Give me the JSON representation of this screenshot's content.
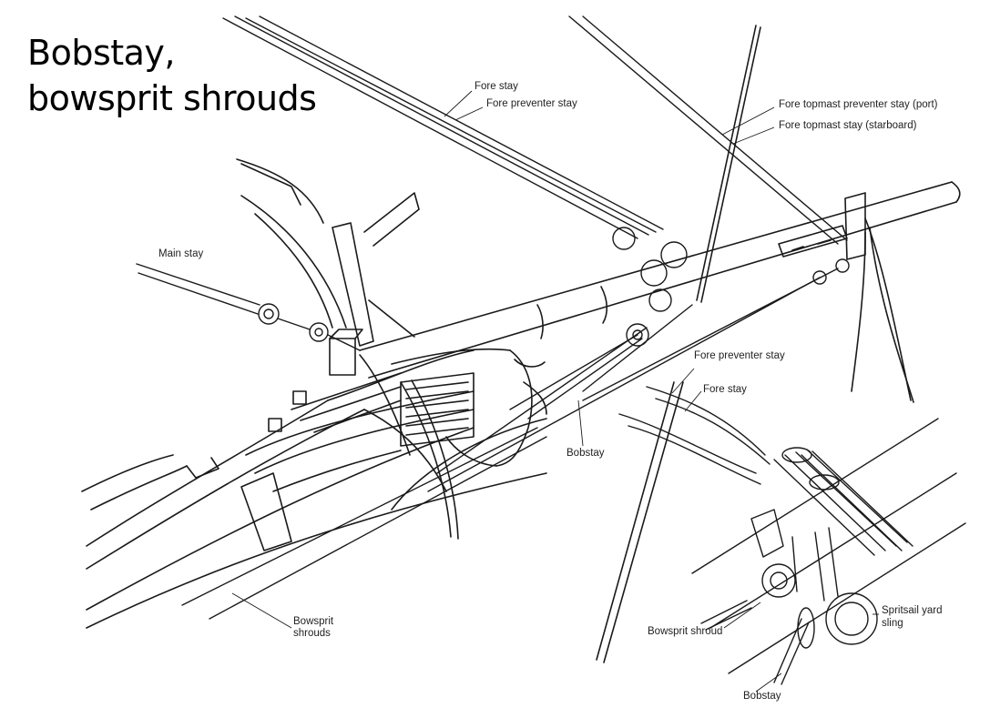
{
  "title": {
    "line1": "Bobstay,",
    "line2": "bowsprit shrouds"
  },
  "labels": {
    "fore_stay_top": "Fore stay",
    "fore_preventer_stay_top": "Fore preventer stay",
    "fore_topmast_preventer_stay": "Fore topmast preventer stay (port)",
    "fore_topmast_stay": "Fore topmast stay (starboard)",
    "main_stay": "Main stay",
    "bobstay_main": "Bobstay",
    "fore_preventer_stay_inset": "Fore preventer stay",
    "fore_stay_inset": "Fore stay",
    "bowsprit_shrouds_1": "Bowsprit",
    "bowsprit_shrouds_2": "shrouds",
    "bowsprit_shroud_inset": "Bowsprit shroud",
    "spritsail_sling_1": "Spritsail yard",
    "spritsail_sling_2": "sling",
    "bobstay_inset": "Bobstay"
  },
  "colors": {
    "ink": "#1a1a1a",
    "background": "#ffffff"
  }
}
